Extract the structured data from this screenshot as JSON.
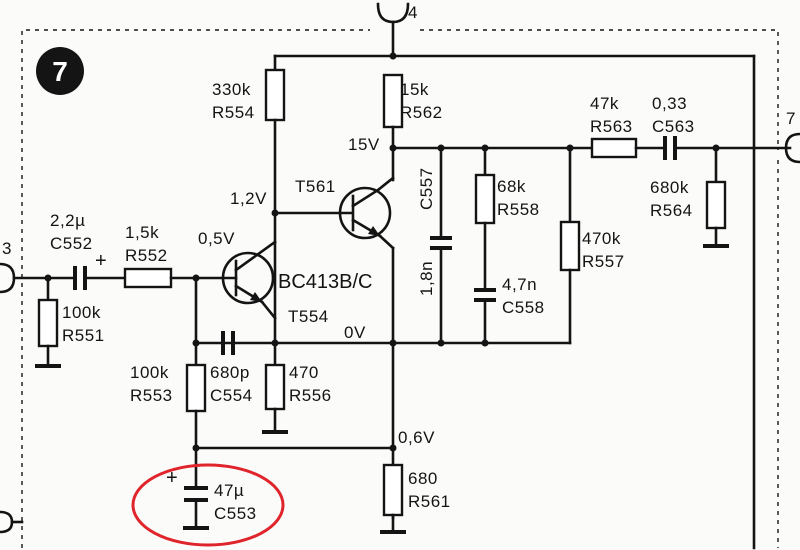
{
  "diagram": {
    "badge": "7",
    "nodes": {
      "pin_top": "4",
      "pin_right": "7",
      "pin_left": "3"
    },
    "voltages": {
      "base_t554": "0,5V",
      "base_t561": "1,2V",
      "collector_t561": "15V",
      "emitter_line": "0V",
      "emitter_t554": "0,6V"
    },
    "transistors": {
      "t561": {
        "ref": "T561"
      },
      "t554": {
        "ref": "T554",
        "type": "BC413B/C"
      }
    },
    "components": {
      "r554": {
        "value": "330k",
        "ref": "R554"
      },
      "r562": {
        "value": "15k",
        "ref": "R562"
      },
      "r563": {
        "value": "47k",
        "ref": "R563"
      },
      "c563": {
        "value": "0,33",
        "ref": "C563"
      },
      "r564": {
        "value": "680k",
        "ref": "R564"
      },
      "c557": {
        "value": "1,8n",
        "ref": "C557"
      },
      "r558": {
        "value": "68k",
        "ref": "R558"
      },
      "c558": {
        "value": "4,7n",
        "ref": "C558"
      },
      "r557": {
        "value": "470k",
        "ref": "R557"
      },
      "c552": {
        "value": "2,2µ",
        "ref": "C552"
      },
      "r552": {
        "value": "1,5k",
        "ref": "R552"
      },
      "r551": {
        "value": "100k",
        "ref": "R551"
      },
      "r553": {
        "value": "100k",
        "ref": "R553"
      },
      "c554": {
        "value": "680p",
        "ref": "C554"
      },
      "r556": {
        "value": "470",
        "ref": "R556"
      },
      "r561": {
        "value": "680",
        "ref": "R561"
      },
      "c553": {
        "value": "47µ",
        "ref": "C553"
      }
    },
    "polarity": "+",
    "highlight_color": "#e0242b"
  }
}
